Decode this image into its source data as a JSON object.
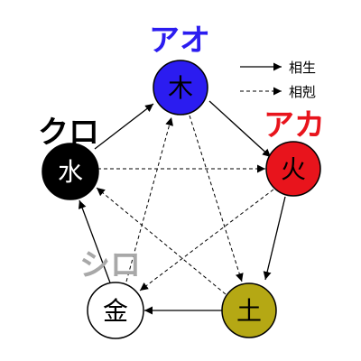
{
  "legend": {
    "solid_label": "相生",
    "dashed_label": "相剋"
  },
  "nodes": {
    "wood": {
      "char": "木",
      "name": "アオ",
      "fill": "#2b1cf0",
      "char_color": "#000000",
      "name_color": "#2b1cf0"
    },
    "fire": {
      "char": "火",
      "name": "アカ",
      "fill": "#e8141c",
      "char_color": "#000000",
      "name_color": "#e8141c"
    },
    "earth": {
      "char": "土",
      "name": "",
      "fill": "#b5a814",
      "char_color": "#000000",
      "name_color": "#b5a814"
    },
    "metal": {
      "char": "金",
      "name": "シロ",
      "fill": "#ffffff",
      "char_color": "#000000",
      "name_color": "#a8a8a8"
    },
    "water": {
      "char": "水",
      "name": "クロ",
      "fill": "#000000",
      "char_color": "#ffffff",
      "name_color": "#000000"
    }
  }
}
